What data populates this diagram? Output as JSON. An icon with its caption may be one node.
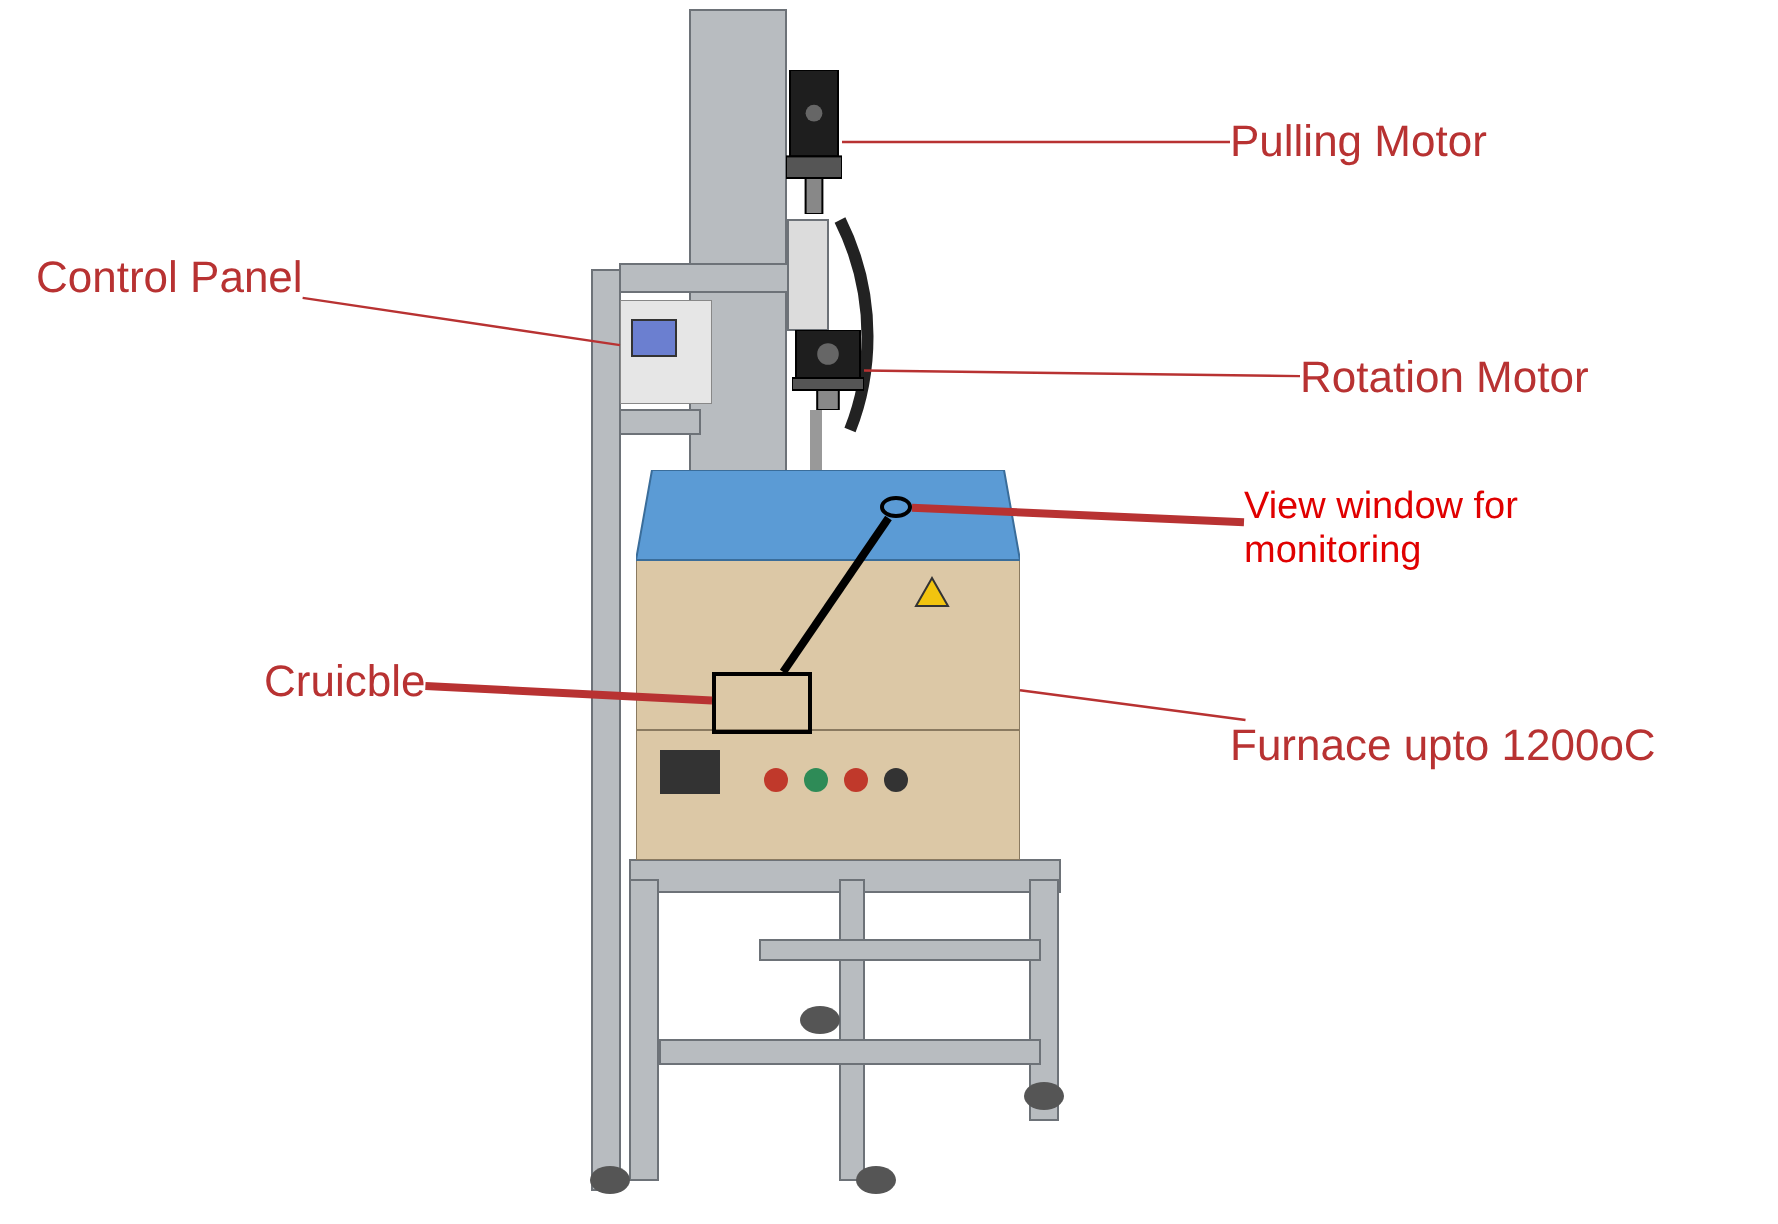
{
  "diagram": {
    "nodes": [
      {
        "text": [
          "Pulling Motor"
        ]
      },
      {
        "text": [],
        "shape": "picture"
      },
      {
        "text": [
          "Control Panel"
        ]
      },
      {
        "text": [],
        "shape": "picture"
      },
      {
        "text": [
          "Rotation Motor"
        ]
      },
      {
        "text": [],
        "shape": "picture"
      },
      {
        "text": [],
        "shape": "picture"
      },
      {
        "text": [
          "View window for monitoring"
        ]
      },
      {
        "text": [],
        "shape": "circle"
      },
      {
        "text": [
          "Cruicble"
        ]
      },
      {
        "text": [],
        "shape": "box",
        "in": 6
      },
      {
        "text": [
          "Furnace upto 1200oC"
        ]
      }
    ],
    "edges": [
      {
        "from": 0,
        "to": 1,
        "arrow": "none"
      },
      {
        "from": 2,
        "to": 3,
        "arrow": "none"
      },
      {
        "from": 4,
        "to": 5,
        "arrow": "none"
      },
      {
        "from": 7,
        "to": 8,
        "arrow": "none",
        "style": "thick"
      },
      {
        "from": 9,
        "to": 10,
        "arrow": "none",
        "style": "thick"
      },
      {
        "from": 11,
        "to": 6,
        "arrow": "none"
      },
      {
        "from": 8,
        "to": 10,
        "arrow": "none",
        "color": "#000000",
        "style": "thick"
      }
    ]
  }
}
